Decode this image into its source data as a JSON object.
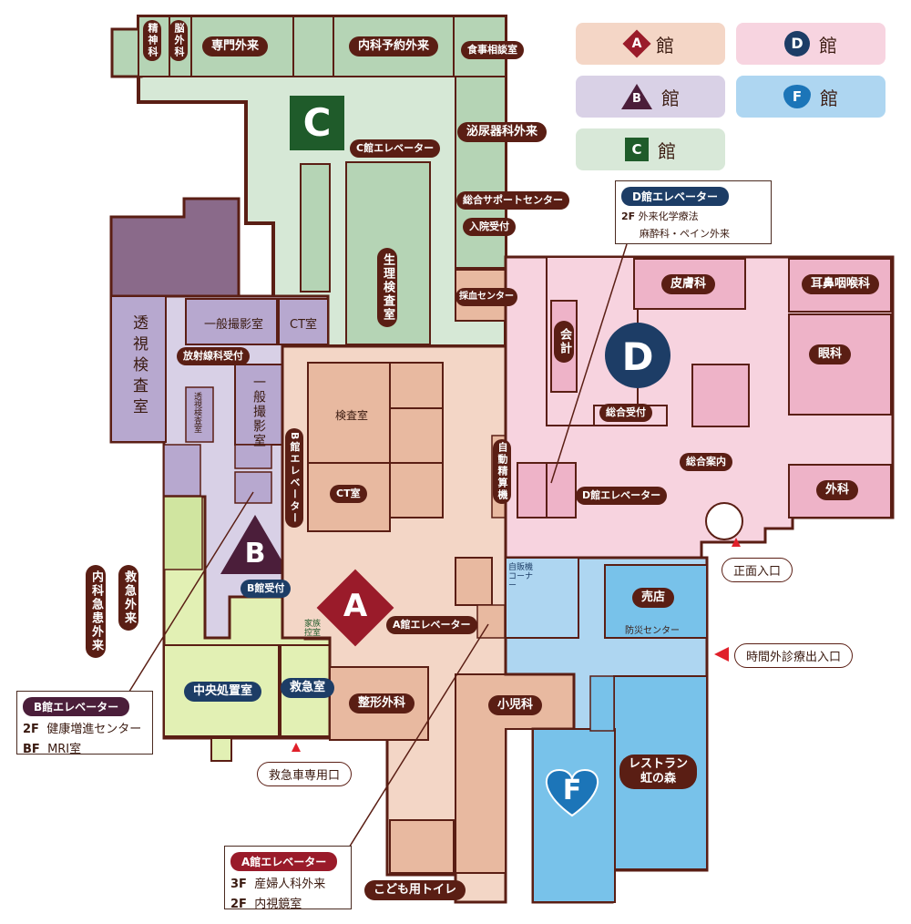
{
  "legend": [
    {
      "letter": "A",
      "suffix": "館",
      "bg": "#f4d6c6",
      "badge": "#9a1b2a",
      "shape": "diamond"
    },
    {
      "letter": "D",
      "suffix": "館",
      "bg": "#f7d4e0",
      "badge": "#1d3d66",
      "shape": "circle"
    },
    {
      "letter": "B",
      "suffix": "館",
      "bg": "#d9d1e6",
      "badge": "#4b1e3a",
      "shape": "triangle"
    },
    {
      "letter": "F",
      "suffix": "館",
      "bg": "#aed6f1",
      "badge": "#1c75b8",
      "shape": "heart"
    },
    {
      "letter": "C",
      "suffix": "館",
      "bg": "#d8e8d8",
      "badge": "#1f5b2a",
      "shape": "square"
    }
  ],
  "colors": {
    "A": "#f3d6c6",
    "A_room": "#e8b9a0",
    "B": "#d8d0e6",
    "B_room": "#b7a8cf",
    "C": "#d6e8d6",
    "C_room": "#b5d4b5",
    "D": "#f7d3df",
    "D_room": "#eeb3c8",
    "F": "#aed6f1",
    "F_room": "#78c2ea",
    "green": "#e2f0b4",
    "wall": "#5a1e14",
    "purple": "#8a6a8a"
  },
  "building_letters": {
    "A": "A",
    "B": "B",
    "C": "C",
    "D": "D",
    "F": "F"
  },
  "rooms": {
    "seishinka": "精神科",
    "nougeka": "脳外科",
    "senmon": "専門外来",
    "naika": "内科予約外来",
    "shokuji": "食事相談室",
    "hinyouki": "泌尿器科外来",
    "c_elev": "C館エレベーター",
    "sougou_support": "総合サポートセンター",
    "nyuin": "入院受付",
    "seiri": "生理検査室",
    "saiketsu": "採血センター",
    "toushi": "透視検査室",
    "ippan1": "一般撮影室",
    "ct1": "CT室",
    "houshasen": "放射線科受付",
    "toushi_small": "透視検査室",
    "ippan2": "一般撮影室",
    "b_elev_v": "B館エレベーター",
    "kensa": "検査室",
    "ct2": "CT室",
    "jidou": "自動精算機",
    "b_uketsuke": "B館受付",
    "naika_kyukan": "内科急患外来",
    "kyukyu_gairai": "救急外来",
    "chuou": "中央処置室",
    "kyukyu": "救急室",
    "kazoku": "家族控室",
    "a_elev": "A館エレベーター",
    "seikei": "整形外科",
    "shoni": "小児科",
    "kodomo_toilet": "こども用トイレ",
    "hifu": "皮膚科",
    "jibi": "耳鼻咽喉科",
    "kaikei": "会計",
    "ganka": "眼科",
    "sougou_uketsuke": "総合受付",
    "sougou_annai": "総合案内",
    "d_elev": "D館エレベーター",
    "geka": "外科",
    "jihanki": "自販機コーナー",
    "baiten": "売店",
    "bousai": "防災センター",
    "restaurant_1": "レストラン",
    "restaurant_2": "虹の森"
  },
  "entrances": {
    "shoumen": "正面入口",
    "jikangai": "時間外診療出入口",
    "kyukyusha": "救急車専用口"
  },
  "callouts": {
    "d": {
      "title": "D館エレベーター",
      "rows": [
        {
          "floor": "2F",
          "text": "外来化学療法"
        },
        {
          "floor": "",
          "text": "麻酔科・ペイン外来"
        }
      ]
    },
    "b": {
      "title": "B館エレベーター",
      "rows": [
        {
          "floor": "2F",
          "text": "健康増進センター"
        },
        {
          "floor": "BF",
          "text": "MRI室"
        }
      ]
    },
    "a": {
      "title": "A館エレベーター",
      "rows": [
        {
          "floor": "3F",
          "text": "産婦人科外来"
        },
        {
          "floor": "2F",
          "text": "内視鏡室"
        }
      ]
    }
  }
}
